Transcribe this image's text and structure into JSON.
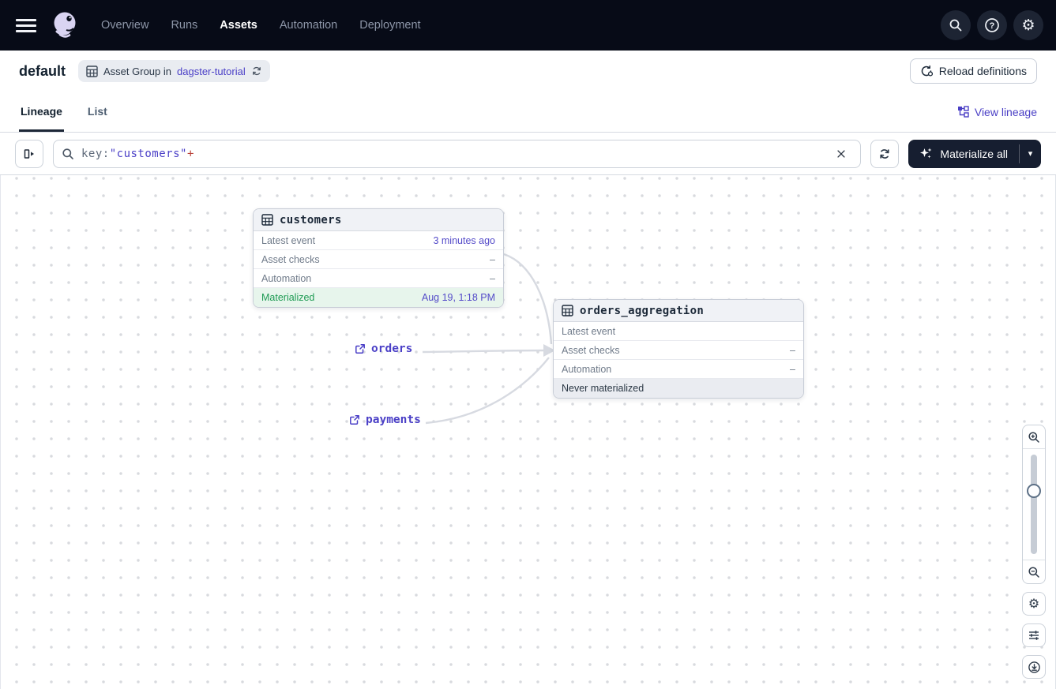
{
  "colors": {
    "navbar_bg": "#070b17",
    "accent_link": "#4b40c7",
    "success_green": "#1f9b54",
    "dark_button": "#161e30",
    "edge": "#d7dae1"
  },
  "navbar": {
    "items": [
      {
        "label": "Overview",
        "active": false
      },
      {
        "label": "Runs",
        "active": false
      },
      {
        "label": "Assets",
        "active": true
      },
      {
        "label": "Automation",
        "active": false
      },
      {
        "label": "Deployment",
        "active": false
      }
    ],
    "right_icons": [
      "search",
      "help",
      "settings"
    ],
    "help_glyph": "?",
    "gear_glyph": "⚙"
  },
  "header": {
    "title": "default",
    "badge": {
      "prefix": "Asset Group in",
      "link": "dagster-tutorial"
    },
    "reload_label": "Reload definitions"
  },
  "tabs": {
    "items": [
      {
        "label": "Lineage",
        "active": true
      },
      {
        "label": "List",
        "active": false
      }
    ],
    "view_lineage_label": "View lineage"
  },
  "toolbar": {
    "query": {
      "prefix": "key:",
      "quoted": "\"customers\"",
      "suffix": "+"
    },
    "materialize_label": "Materialize all",
    "caret_glyph": "▾"
  },
  "graph": {
    "nodes": [
      {
        "title": "customers",
        "rows": [
          {
            "label": "Latest event",
            "value": "3 minutes ago"
          },
          {
            "label": "Asset checks",
            "value": "–"
          },
          {
            "label": "Automation",
            "value": "–"
          }
        ],
        "footer": {
          "label": "Materialized",
          "value": "Aug 19, 1:18 PM"
        }
      },
      {
        "title": "orders_aggregation",
        "rows": [
          {
            "label": "Latest event",
            "value": ""
          },
          {
            "label": "Asset checks",
            "value": "–"
          },
          {
            "label": "Automation",
            "value": "–"
          }
        ],
        "footer": {
          "label": "Never materialized",
          "value": ""
        }
      }
    ],
    "external_assets": [
      {
        "label": "orders"
      },
      {
        "label": "payments"
      }
    ]
  }
}
